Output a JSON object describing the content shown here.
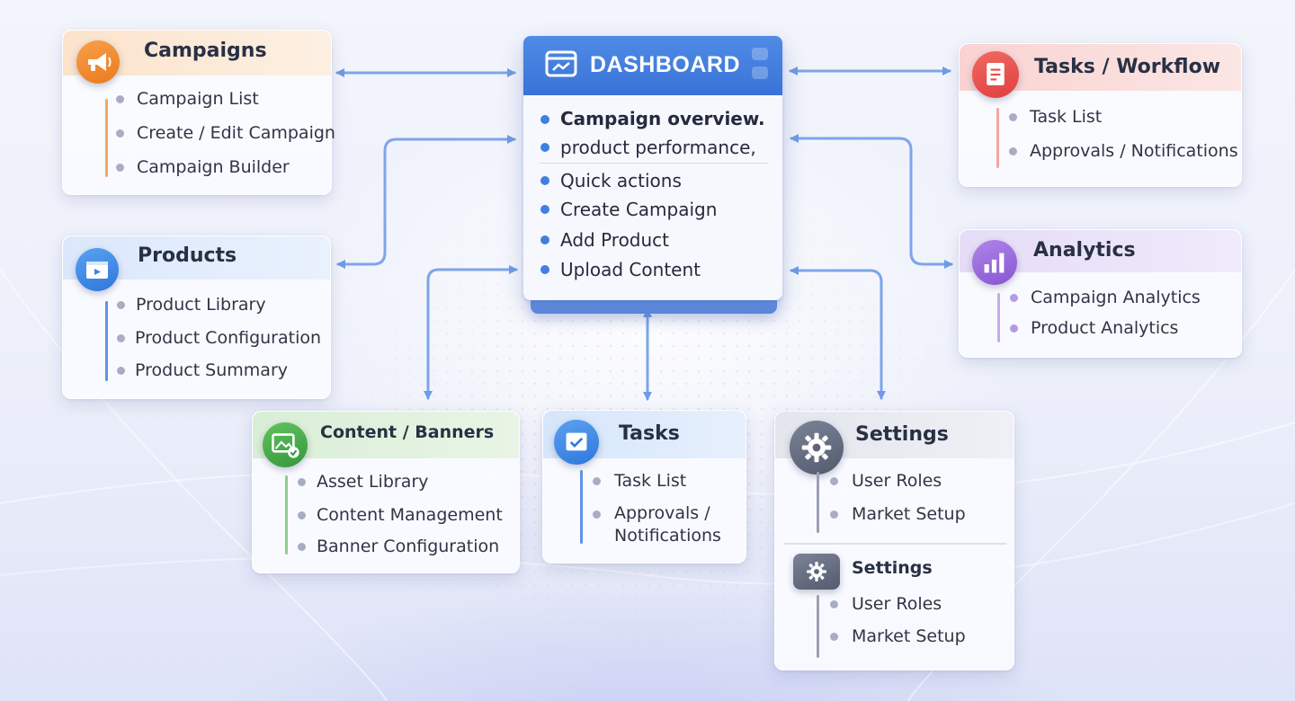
{
  "dashboard": {
    "title": "DASHBOARD",
    "items": [
      "Campaign overview.",
      "product performance,",
      "Quick actions",
      "Create Campaign",
      "Add Product",
      "Upload Content"
    ]
  },
  "campaigns": {
    "title": "Campaigns",
    "icon": "megaphone-icon",
    "color": "#f08a2c",
    "items": [
      "Campaign List",
      "Create / Edit Campaign",
      "Campaign Builder"
    ]
  },
  "products": {
    "title": "Products",
    "icon": "folder-icon",
    "color": "#3a86e6",
    "items": [
      "Product Library",
      "Product Configuration",
      "Product Summary"
    ]
  },
  "content": {
    "title": "Content / Banners",
    "icon": "image-icon",
    "color": "#44a84c",
    "items": [
      "Asset Library",
      "Content Management",
      "Banner Configuration"
    ]
  },
  "tasks": {
    "title": "Tasks",
    "icon": "check-board-icon",
    "color": "#3e86e2",
    "items": [
      "Task List",
      "Approvals /",
      "Notifications"
    ]
  },
  "settings": {
    "title": "Settings",
    "icon": "gear-icon",
    "color": "#5c6478",
    "items": [
      "User Roles",
      "Market Setup"
    ],
    "sub": {
      "title": "Settings",
      "icon": "gear-icon",
      "items": [
        "User Roles",
        "Market Setup"
      ]
    }
  },
  "tasks_workflow": {
    "title": "Tasks / Workflow",
    "icon": "document-icon",
    "color": "#e84e4e",
    "items": [
      "Task List",
      "Approvals / Notifications"
    ]
  },
  "analytics": {
    "title": "Analytics",
    "icon": "bar-chart-icon",
    "color": "#9a6ad8",
    "items": [
      "Campaign Analytics",
      "Product Analytics"
    ]
  }
}
